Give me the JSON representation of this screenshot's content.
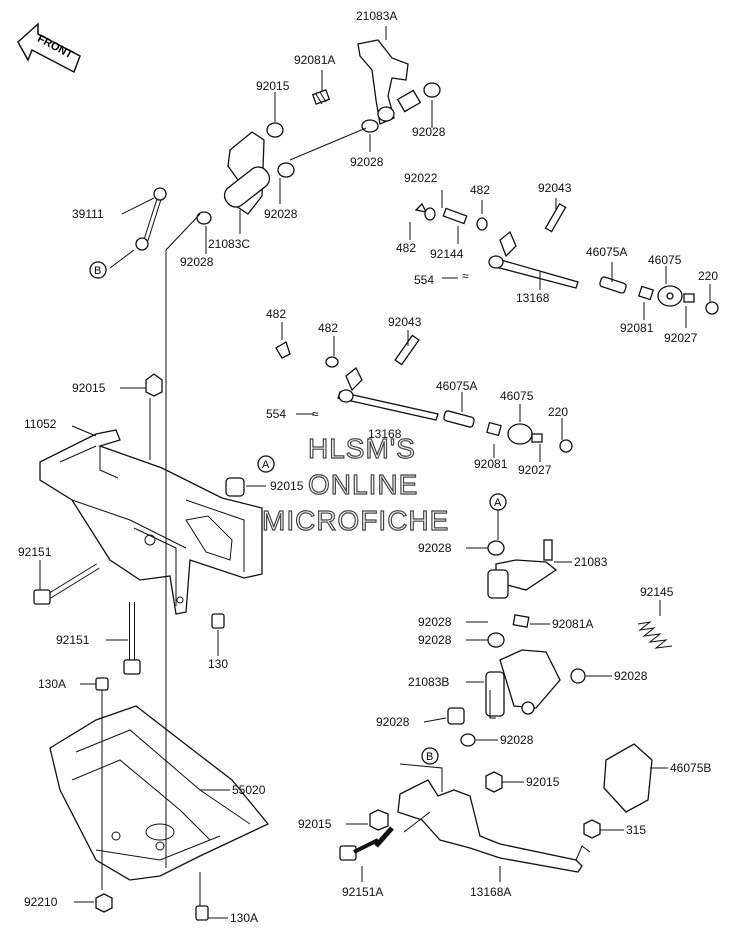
{
  "orientation": {
    "front_label": "FRONT"
  },
  "watermark": {
    "line1": "HLSM'S",
    "line2": "ONLINE",
    "line3": "MICROFICHE"
  },
  "refs": {
    "a": "A",
    "b": "B"
  },
  "parts": [
    {
      "id": "p1",
      "label": "21083A"
    },
    {
      "id": "p2",
      "label": "92081A"
    },
    {
      "id": "p3",
      "label": "92015"
    },
    {
      "id": "p4",
      "label": "92028"
    },
    {
      "id": "p5",
      "label": "92028"
    },
    {
      "id": "p6",
      "label": "39111"
    },
    {
      "id": "p7",
      "label": "92028"
    },
    {
      "id": "p8",
      "label": "21083C"
    },
    {
      "id": "p9",
      "label": "92028"
    },
    {
      "id": "p10",
      "label": "92022"
    },
    {
      "id": "p11",
      "label": "482"
    },
    {
      "id": "p12",
      "label": "92043"
    },
    {
      "id": "p13",
      "label": "482"
    },
    {
      "id": "p14",
      "label": "92144"
    },
    {
      "id": "p15",
      "label": "46075A"
    },
    {
      "id": "p16",
      "label": "46075"
    },
    {
      "id": "p17",
      "label": "554"
    },
    {
      "id": "p18",
      "label": "13168"
    },
    {
      "id": "p19",
      "label": "220"
    },
    {
      "id": "p20",
      "label": "92081"
    },
    {
      "id": "p21",
      "label": "92027"
    },
    {
      "id": "p22",
      "label": "482"
    },
    {
      "id": "p23",
      "label": "482"
    },
    {
      "id": "p24",
      "label": "92043"
    },
    {
      "id": "p25",
      "label": "92015"
    },
    {
      "id": "p26",
      "label": "46075A"
    },
    {
      "id": "p27",
      "label": "46075"
    },
    {
      "id": "p28",
      "label": "11052"
    },
    {
      "id": "p29",
      "label": "554"
    },
    {
      "id": "p30",
      "label": "13168"
    },
    {
      "id": "p31",
      "label": "220"
    },
    {
      "id": "p32",
      "label": "92081"
    },
    {
      "id": "p33",
      "label": "92027"
    },
    {
      "id": "p34",
      "label": "92015"
    },
    {
      "id": "p35",
      "label": "92151"
    },
    {
      "id": "p36",
      "label": "92028"
    },
    {
      "id": "p37",
      "label": "21083"
    },
    {
      "id": "p38",
      "label": "92145"
    },
    {
      "id": "p39",
      "label": "92151"
    },
    {
      "id": "p40",
      "label": "92028"
    },
    {
      "id": "p41",
      "label": "92081A"
    },
    {
      "id": "p42",
      "label": "92028"
    },
    {
      "id": "p43",
      "label": "130"
    },
    {
      "id": "p44",
      "label": "130A"
    },
    {
      "id": "p45",
      "label": "92028"
    },
    {
      "id": "p46",
      "label": "21083B"
    },
    {
      "id": "p47",
      "label": "92028"
    },
    {
      "id": "p48",
      "label": "92028"
    },
    {
      "id": "p49",
      "label": "55020"
    },
    {
      "id": "p50",
      "label": "46075B"
    },
    {
      "id": "p51",
      "label": "92015"
    },
    {
      "id": "p52",
      "label": "92015"
    },
    {
      "id": "p53",
      "label": "315"
    },
    {
      "id": "p54",
      "label": "92210"
    },
    {
      "id": "p55",
      "label": "92151A"
    },
    {
      "id": "p56",
      "label": "13168A"
    },
    {
      "id": "p57",
      "label": "130A"
    }
  ]
}
